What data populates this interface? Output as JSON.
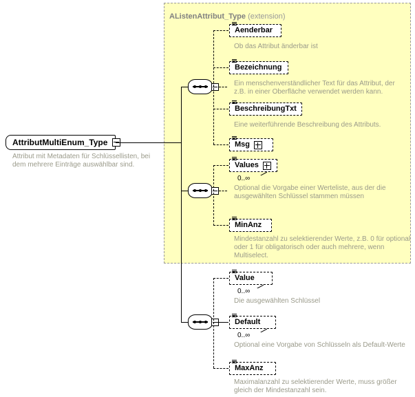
{
  "diagram": {
    "kind": "xsd-schema-diagram",
    "root": {
      "name": "AttributMultiEnum_Type",
      "expander": "minus-icon",
      "documentation": "Attribut mit Metadaten für Schlüssellisten, bei dem mehrere Einträge auswählbar sind."
    },
    "extension_region": {
      "title": "AListenAttribut_Type",
      "kind": "(extension)"
    },
    "groups": [
      {
        "id": "group-inherited-1",
        "compositor": "sequence",
        "inherited": true,
        "elements": [
          {
            "name": "Aenderbar",
            "cardinality": "",
            "documentation": "Ob das Attribut änderbar ist",
            "expandable": false
          },
          {
            "name": "Bezeichnung",
            "cardinality": "",
            "documentation": "Ein menschenverständlicher Text für das Attribut, der z.B. in einer Oberfläche verwendet werden kann.",
            "expandable": false
          },
          {
            "name": "BeschreibungTxt",
            "cardinality": "",
            "documentation": "Eine weiterführende Beschreibung des Attributs.",
            "expandable": false
          },
          {
            "name": "Msg",
            "cardinality": "",
            "documentation": "",
            "expandable": true
          }
        ]
      },
      {
        "id": "group-inherited-2",
        "compositor": "sequence",
        "inherited": true,
        "elements": [
          {
            "name": "Values",
            "cardinality": "0..∞",
            "documentation": "Optional die Vorgabe einer Werteliste, aus der die ausgewählten Schlüssel stammen müssen",
            "expandable": true
          },
          {
            "name": "MinAnz",
            "cardinality": "",
            "documentation": "Mindestanzahl zu selektierender Werte, z.B. 0 für optional oder 1 für obligatorisch oder auch mehrere, wenn Multiselect.",
            "expandable": false
          }
        ]
      },
      {
        "id": "group-own",
        "compositor": "sequence",
        "inherited": false,
        "elements": [
          {
            "name": "Value",
            "cardinality": "0..∞",
            "documentation": "Die ausgewählten Schlüssel",
            "expandable": false
          },
          {
            "name": "Default",
            "cardinality": "0..∞",
            "documentation": "Optional eine Vorgabe von Schlüsseln als Default-Werte",
            "expandable": false
          },
          {
            "name": "MaxAnz",
            "cardinality": "",
            "documentation": "Maximalanzahl zu selektierender Werte, muss größer gleich der Mindestanzahl sein.",
            "expandable": false
          }
        ]
      }
    ],
    "colors": {
      "extension_background": "#ffffbf",
      "extension_border": "#999999",
      "documentation_text": "#9a9a8a",
      "title_text": "#808080",
      "node_shadow": "#a9a9a9",
      "line": "#000000",
      "page_background": "#ffffff"
    }
  }
}
